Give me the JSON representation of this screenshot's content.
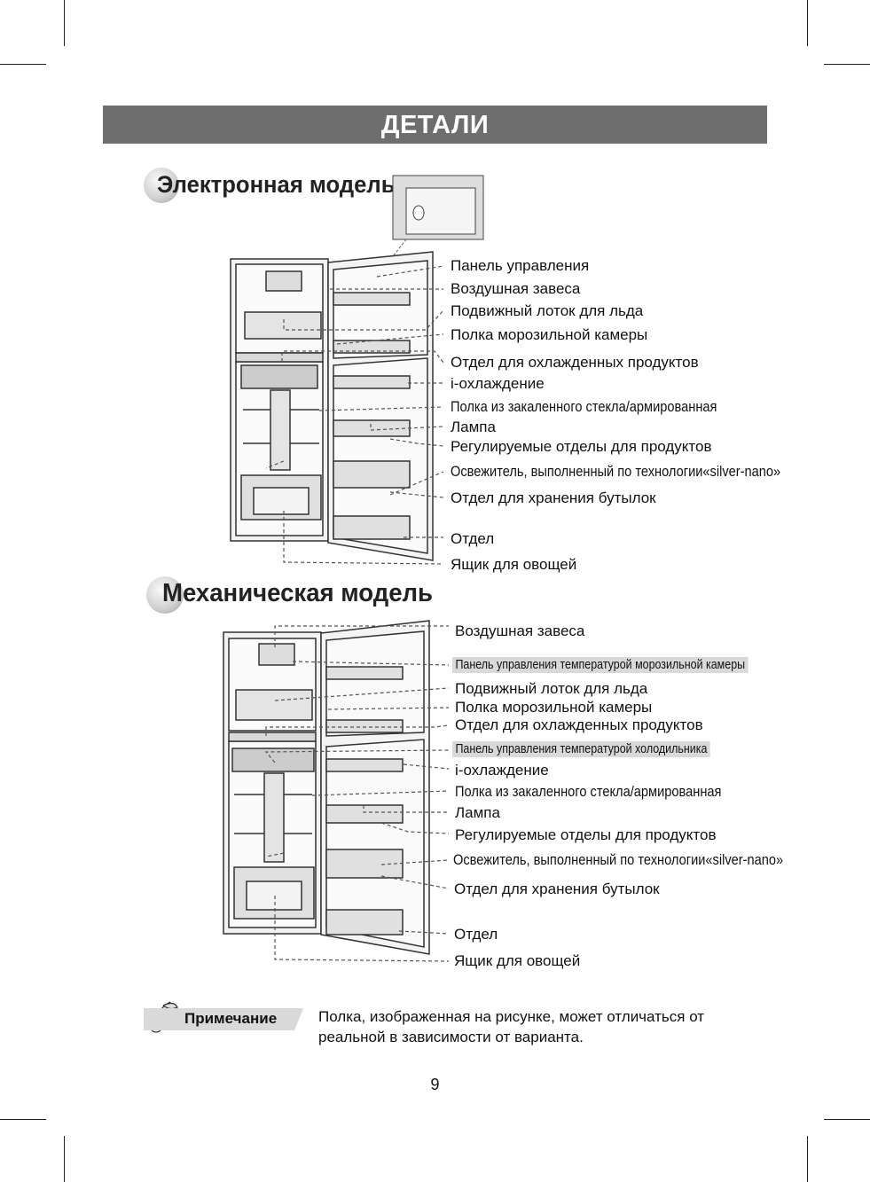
{
  "header": {
    "title": "ДЕТАЛИ"
  },
  "electronic": {
    "title": "Электронная модель",
    "labels": [
      "Панель управления",
      "Воздушная завеса",
      "Подвижный лоток для льда",
      "Полка морозильной камеры",
      "Отдел для охлажденных продуктов",
      "i-охлаждение",
      "Полка из закаленного стекла/армированная",
      "Лампа",
      "Регулируемые отделы для продуктов",
      "Освежитель, выполненный по технологии«silver-nano»",
      "Отдел для хранения бутылок",
      "Отдел",
      "Ящик для овощей"
    ]
  },
  "mechanical": {
    "title": "Механическая модель",
    "labels": [
      "Воздушная завеса",
      "Панель управления температурой морозильной камеры",
      "Подвижный лоток для льда",
      "Полка морозильной камеры",
      "Отдел для охлажденных продуктов",
      "Панель управления температурой холодильника",
      "i-охлаждение",
      "Полка из закаленного стекла/армированная",
      "Лампа",
      "Регулируемые отделы для продуктов",
      "Освежитель, выполненный по технологии«silver-nano»",
      "Отдел для хранения бутылок",
      "Отдел",
      "Ящик для овощей"
    ]
  },
  "note": {
    "label": "Примечание",
    "text": "Полка, изображенная на рисунке, может отличаться от реальной в зависимости от варианта."
  },
  "page_number": "9"
}
